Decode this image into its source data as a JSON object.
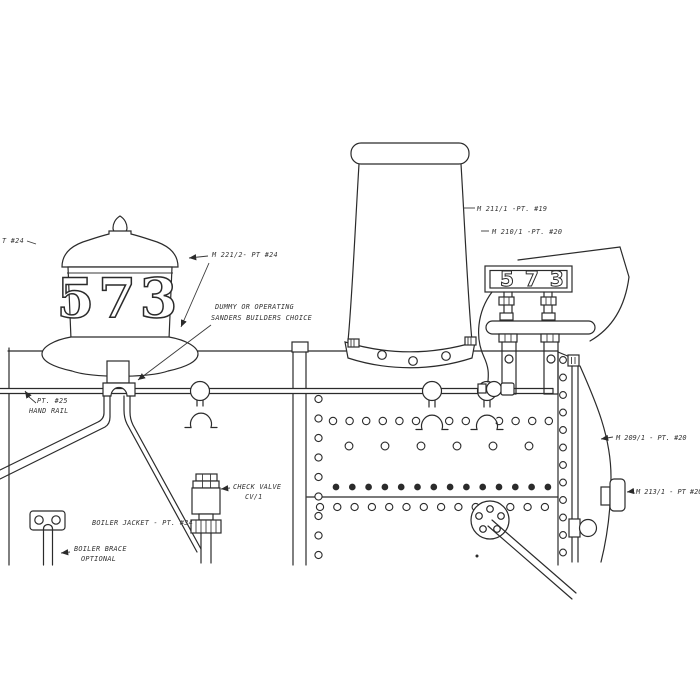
{
  "drawing": {
    "numbers": {
      "dome_number": "573",
      "plate_number": "573"
    },
    "labels": {
      "left_edge_part": "T #24",
      "dome_part": "M 221/2- PT #24",
      "sanders_1": "DUMMY OR OPERATING",
      "sanders_2": "SANDERS BUILDERS CHOICE",
      "stack_part": "M 211/1 -PT. #19",
      "stack_part2": "M 210/1 -PT. #20",
      "handrail_1": "PT. #25",
      "handrail_2": "HAND RAIL",
      "smokebox_front_part": "M 209/1 - PT. #20",
      "front_fitting_part": "M 213/1 - PT #20",
      "check_valve_1": "CHECK VALVE",
      "check_valve_2": "CV/1",
      "boiler_jacket": "BOILER JACKET - PT. #34",
      "boiler_brace_1": "BOILER BRACE",
      "boiler_brace_2": "OPTIONAL"
    },
    "colors": {
      "ink": "#2b2b2b",
      "paper": "#ffffff"
    }
  }
}
